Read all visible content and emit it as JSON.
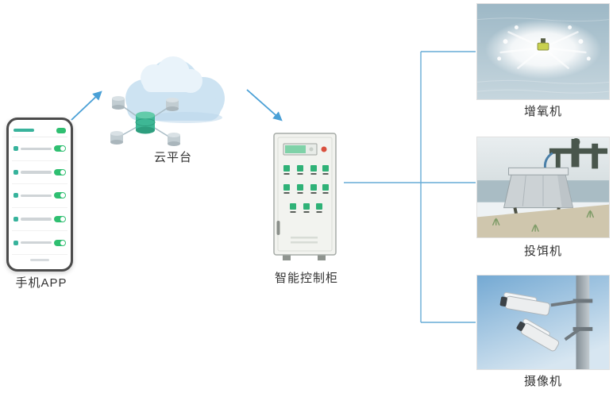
{
  "diagram": {
    "phone": {
      "label": "手机APP"
    },
    "cloud": {
      "label": "云平台"
    },
    "cabinet": {
      "label": "智能控制柜"
    },
    "devices": [
      {
        "id": "aerator",
        "label": "增氧机"
      },
      {
        "id": "feeder",
        "label": "投饵机"
      },
      {
        "id": "camera",
        "label": "摄像机"
      }
    ]
  },
  "icons": {
    "phone": "smartphone-illustration",
    "cloud": "cloud-icon",
    "database": "database-cluster-icon",
    "cabinet": "control-cabinet-illustration",
    "aerator": "aerator-photo",
    "feeder": "feeder-photo",
    "camera": "camera-photo"
  },
  "colors": {
    "arrow-blue": "#4aa0d6",
    "connector-blue": "#66abd6",
    "toggle-green": "#2fbf71",
    "label-text": "#333333"
  }
}
